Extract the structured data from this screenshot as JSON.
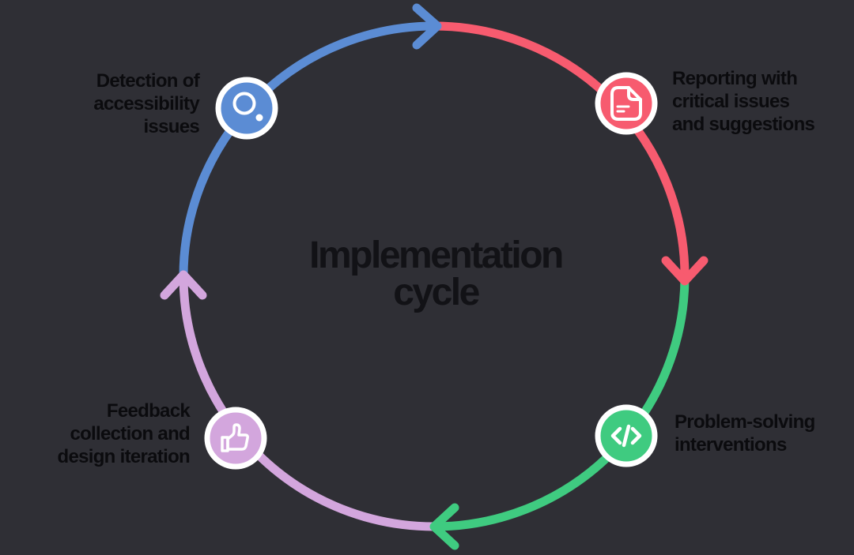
{
  "title": {
    "lines": [
      "Implementation",
      "cycle"
    ]
  },
  "palette": {
    "background": "#2f2f35",
    "title_text": "#121216",
    "label_text": "#0b0b0e",
    "node_ring": "#ffffff",
    "icon_stroke": "#ffffff"
  },
  "steps": [
    {
      "label_lines": [
        "Detection of",
        "accessibility",
        "issues"
      ],
      "color": "#5b8cd4",
      "icon": "search-icon",
      "position": "top-left"
    },
    {
      "label_lines": [
        "Reporting with",
        "critical issues",
        "and suggestions"
      ],
      "color": "#f75b6f",
      "icon": "document-icon",
      "position": "top-right"
    },
    {
      "label_lines": [
        "Problem-solving",
        "interventions"
      ],
      "color": "#3fcb80",
      "icon": "code-icon",
      "position": "bottom-right"
    },
    {
      "label_lines": [
        "Feedback",
        "collection and",
        "design iteration"
      ],
      "color": "#d3a6dd",
      "icon": "thumbs-up-icon",
      "position": "bottom-left"
    }
  ]
}
